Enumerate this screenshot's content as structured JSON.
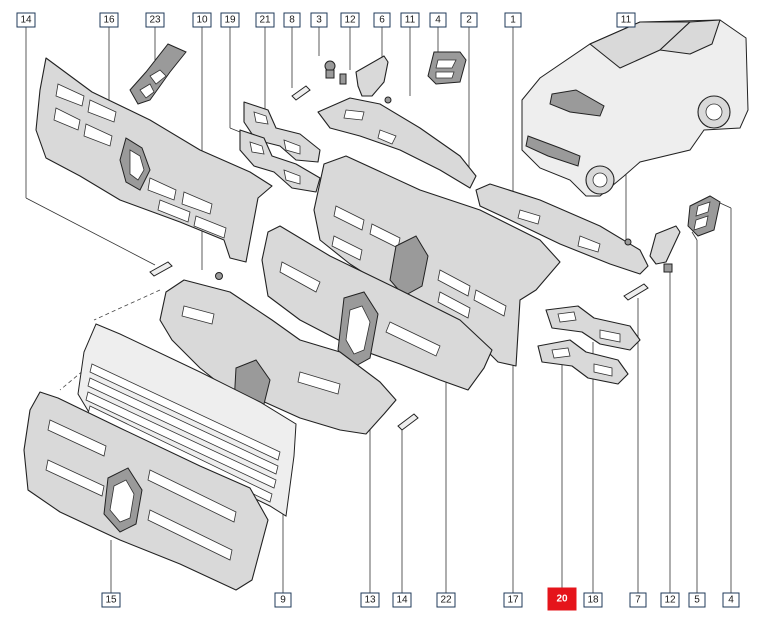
{
  "callouts": [
    {
      "id": "c-top-14",
      "label": "14"
    },
    {
      "id": "c-top-16",
      "label": "16"
    },
    {
      "id": "c-top-23",
      "label": "23"
    },
    {
      "id": "c-top-10",
      "label": "10"
    },
    {
      "id": "c-top-19",
      "label": "19"
    },
    {
      "id": "c-top-21",
      "label": "21"
    },
    {
      "id": "c-top-8",
      "label": "8"
    },
    {
      "id": "c-top-3",
      "label": "3"
    },
    {
      "id": "c-top-12",
      "label": "12"
    },
    {
      "id": "c-top-6",
      "label": "6"
    },
    {
      "id": "c-top-11a",
      "label": "11"
    },
    {
      "id": "c-top-4",
      "label": "4"
    },
    {
      "id": "c-top-2",
      "label": "2"
    },
    {
      "id": "c-top-1",
      "label": "1"
    },
    {
      "id": "c-top-11b",
      "label": "11"
    },
    {
      "id": "c-bot-15",
      "label": "15"
    },
    {
      "id": "c-bot-9",
      "label": "9"
    },
    {
      "id": "c-bot-13",
      "label": "13"
    },
    {
      "id": "c-bot-14",
      "label": "14"
    },
    {
      "id": "c-bot-22",
      "label": "22"
    },
    {
      "id": "c-bot-17",
      "label": "17"
    },
    {
      "id": "c-bot-20",
      "label": "20",
      "highlight": true
    },
    {
      "id": "c-bot-18",
      "label": "18"
    },
    {
      "id": "c-bot-7",
      "label": "7"
    },
    {
      "id": "c-bot-12",
      "label": "12"
    },
    {
      "id": "c-bot-5",
      "label": "5"
    },
    {
      "id": "c-bot-4",
      "label": "4"
    }
  ],
  "colors": {
    "highlight": "#e5141b",
    "frame": "#1f3a5a"
  }
}
